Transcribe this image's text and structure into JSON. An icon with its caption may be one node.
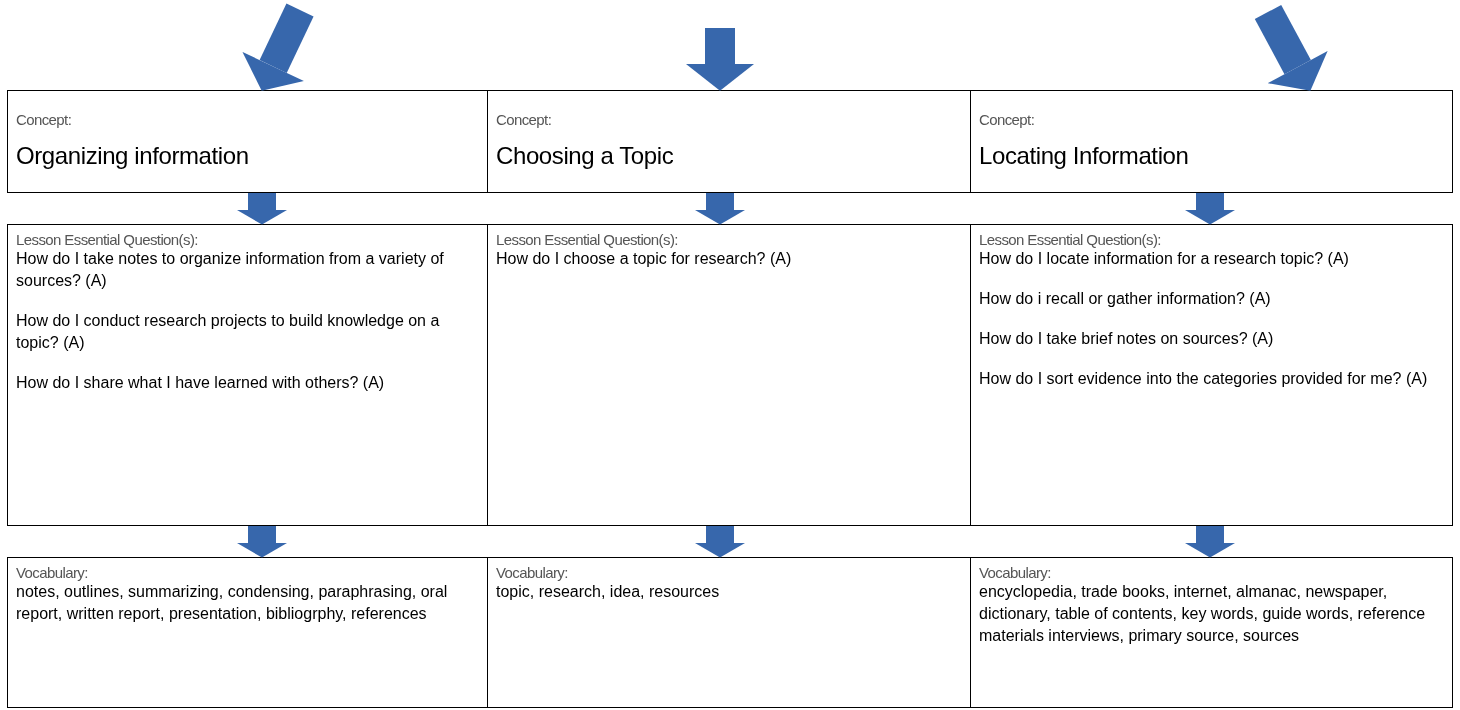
{
  "diagram": {
    "nodes": [
      {
        "text": [
          "Concept:",
          "Organizing information"
        ]
      },
      {
        "text": [
          "Concept:",
          "Choosing a Topic"
        ]
      },
      {
        "text": [
          "Concept:",
          "Locating Information"
        ]
      },
      {
        "text": [
          "Lesson Essential Question(s):",
          "How do I take notes to organize information from a variety of sources?  (A)",
          "How do I conduct research projects to build knowledge on a topic?  (A)",
          "How do I share what I have learned with others?  (A)"
        ]
      },
      {
        "text": [
          "Lesson Essential Question(s):",
          "How do I choose a topic for research?  (A)"
        ]
      },
      {
        "text": [
          "Lesson Essential Question(s):",
          "How do I locate information for a research topic?  (A)",
          "How do i recall or gather information?  (A)",
          "How do I take brief notes on sources?  (A)",
          "How do I sort evidence into the categories provided for me?  (A)"
        ]
      },
      {
        "text": [
          "Vocabulary:",
          "notes, outlines, summarizing, condensing, paraphrasing, oral report, written report, presentation, bibliogrphy, references"
        ]
      },
      {
        "text": [
          "Vocabulary:",
          "topic, research, idea, resources"
        ]
      },
      {
        "text": [
          "Vocabulary:",
          "encyclopedia, trade books, internet, almanac, newspaper, dictionary, table of contents, key words, guide words, reference materials interviews, primary source, sources"
        ]
      }
    ],
    "edges": [
      {
        "from": null,
        "to": 0,
        "arrow": "to"
      },
      {
        "from": null,
        "to": 1,
        "arrow": "to"
      },
      {
        "from": null,
        "to": 2,
        "arrow": "to"
      },
      {
        "from": 0,
        "to": 3,
        "arrow": "to"
      },
      {
        "from": 1,
        "to": 4,
        "arrow": "to"
      },
      {
        "from": 2,
        "to": 5,
        "arrow": "to"
      },
      {
        "from": 3,
        "to": 6,
        "arrow": "to"
      },
      {
        "from": 4,
        "to": 7,
        "arrow": "to"
      },
      {
        "from": 5,
        "to": 8,
        "arrow": "to"
      }
    ]
  }
}
